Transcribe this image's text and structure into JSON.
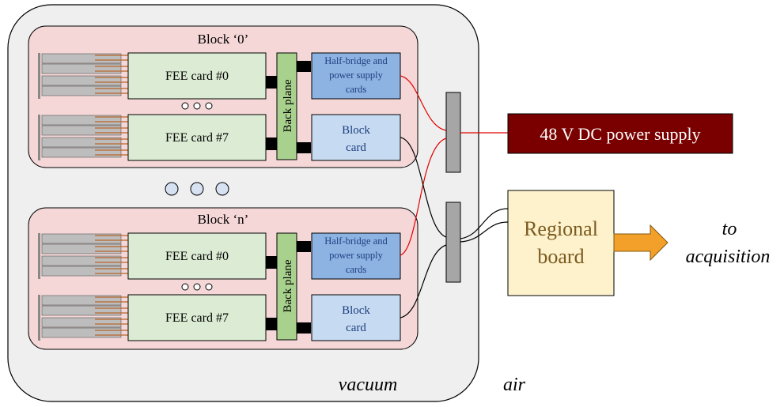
{
  "diagram": {
    "blocks": [
      {
        "title": "Block ‘0’",
        "fee_cards": [
          "FEE card #0",
          "FEE card #7"
        ],
        "backplane": "Back plane",
        "half_bridge": [
          "Half-bridge and",
          "power supply",
          "cards"
        ],
        "block_card": [
          "Block",
          "card"
        ]
      },
      {
        "title": "Block ‘n’",
        "fee_cards": [
          "FEE card #0",
          "FEE card #7"
        ],
        "backplane": "Back plane",
        "half_bridge": [
          "Half-bridge and",
          "power supply",
          "cards"
        ],
        "block_card": [
          "Block",
          "card"
        ]
      }
    ],
    "power_supply": "48 V DC power supply",
    "regional_board": [
      "Regional",
      "board"
    ],
    "acquisition": [
      "to",
      "acquisition"
    ],
    "vacuum_label": "vacuum",
    "air_label": "air"
  },
  "colors": {
    "vessel_fill": "#efefef",
    "block_fill": "#f5d7d7",
    "fee_fill": "#dcebd3",
    "backplane_fill": "#a9d18e",
    "half_bridge_fill": "#8db3e2",
    "block_card_fill": "#c6dbf1",
    "power_fill": "#7a0000",
    "regional_fill": "#fdf2cc",
    "arrow_fill": "#f2a029",
    "red_wire": "#e00000"
  }
}
